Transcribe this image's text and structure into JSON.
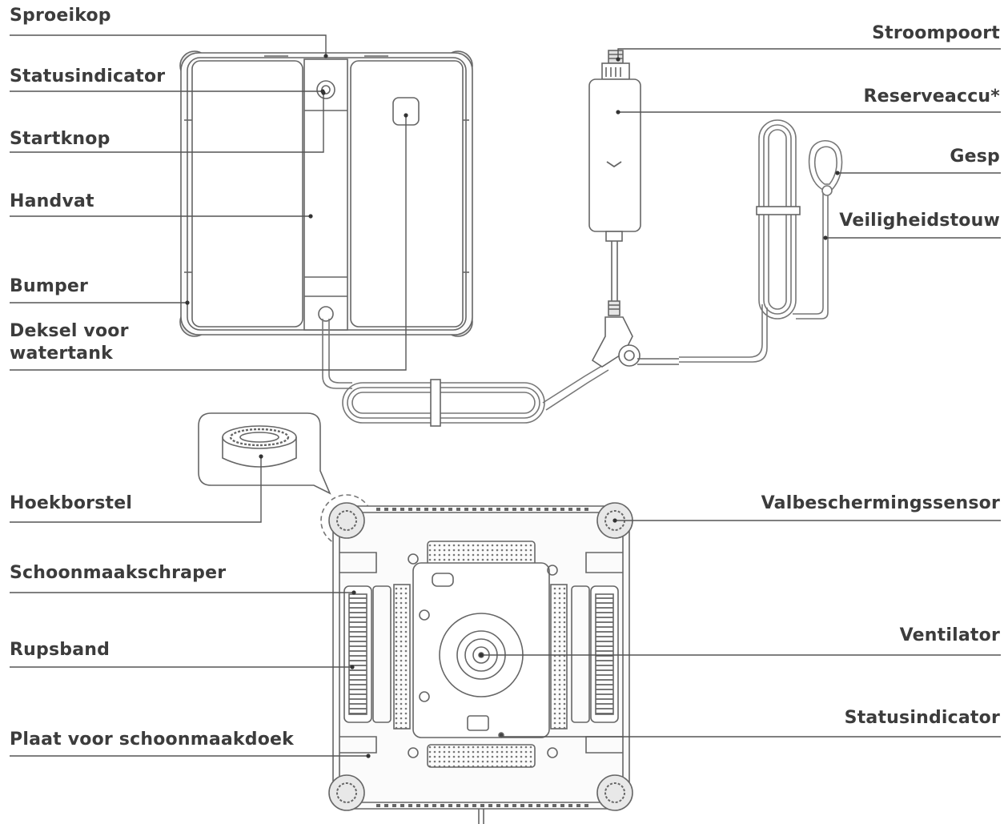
{
  "labels": {
    "sproeikop": "Sproeikop",
    "statusindicator_top": "Statusindicator",
    "startknop": "Startknop",
    "handvat": "Handvat",
    "bumper": "Bumper",
    "deksel_line1": "Deksel voor",
    "deksel_line2": "watertank",
    "stroompoort": "Stroompoort",
    "reserveaccu": "Reserveaccu*",
    "gesp": "Gesp",
    "veiligheidstouw": "Veiligheidstouw",
    "hoekborstel": "Hoekborstel",
    "schoonmaakschraper": "Schoonmaakschraper",
    "rupsband": "Rupsband",
    "plaat": "Plaat voor schoonmaakdoek",
    "valbeschermingssensor": "Valbeschermingssensor",
    "ventilator": "Ventilator",
    "statusindicator_bottom": "Statusindicator"
  },
  "colors": {
    "line": "#555555",
    "label": "#3c3c3c",
    "background": "#ffffff"
  }
}
